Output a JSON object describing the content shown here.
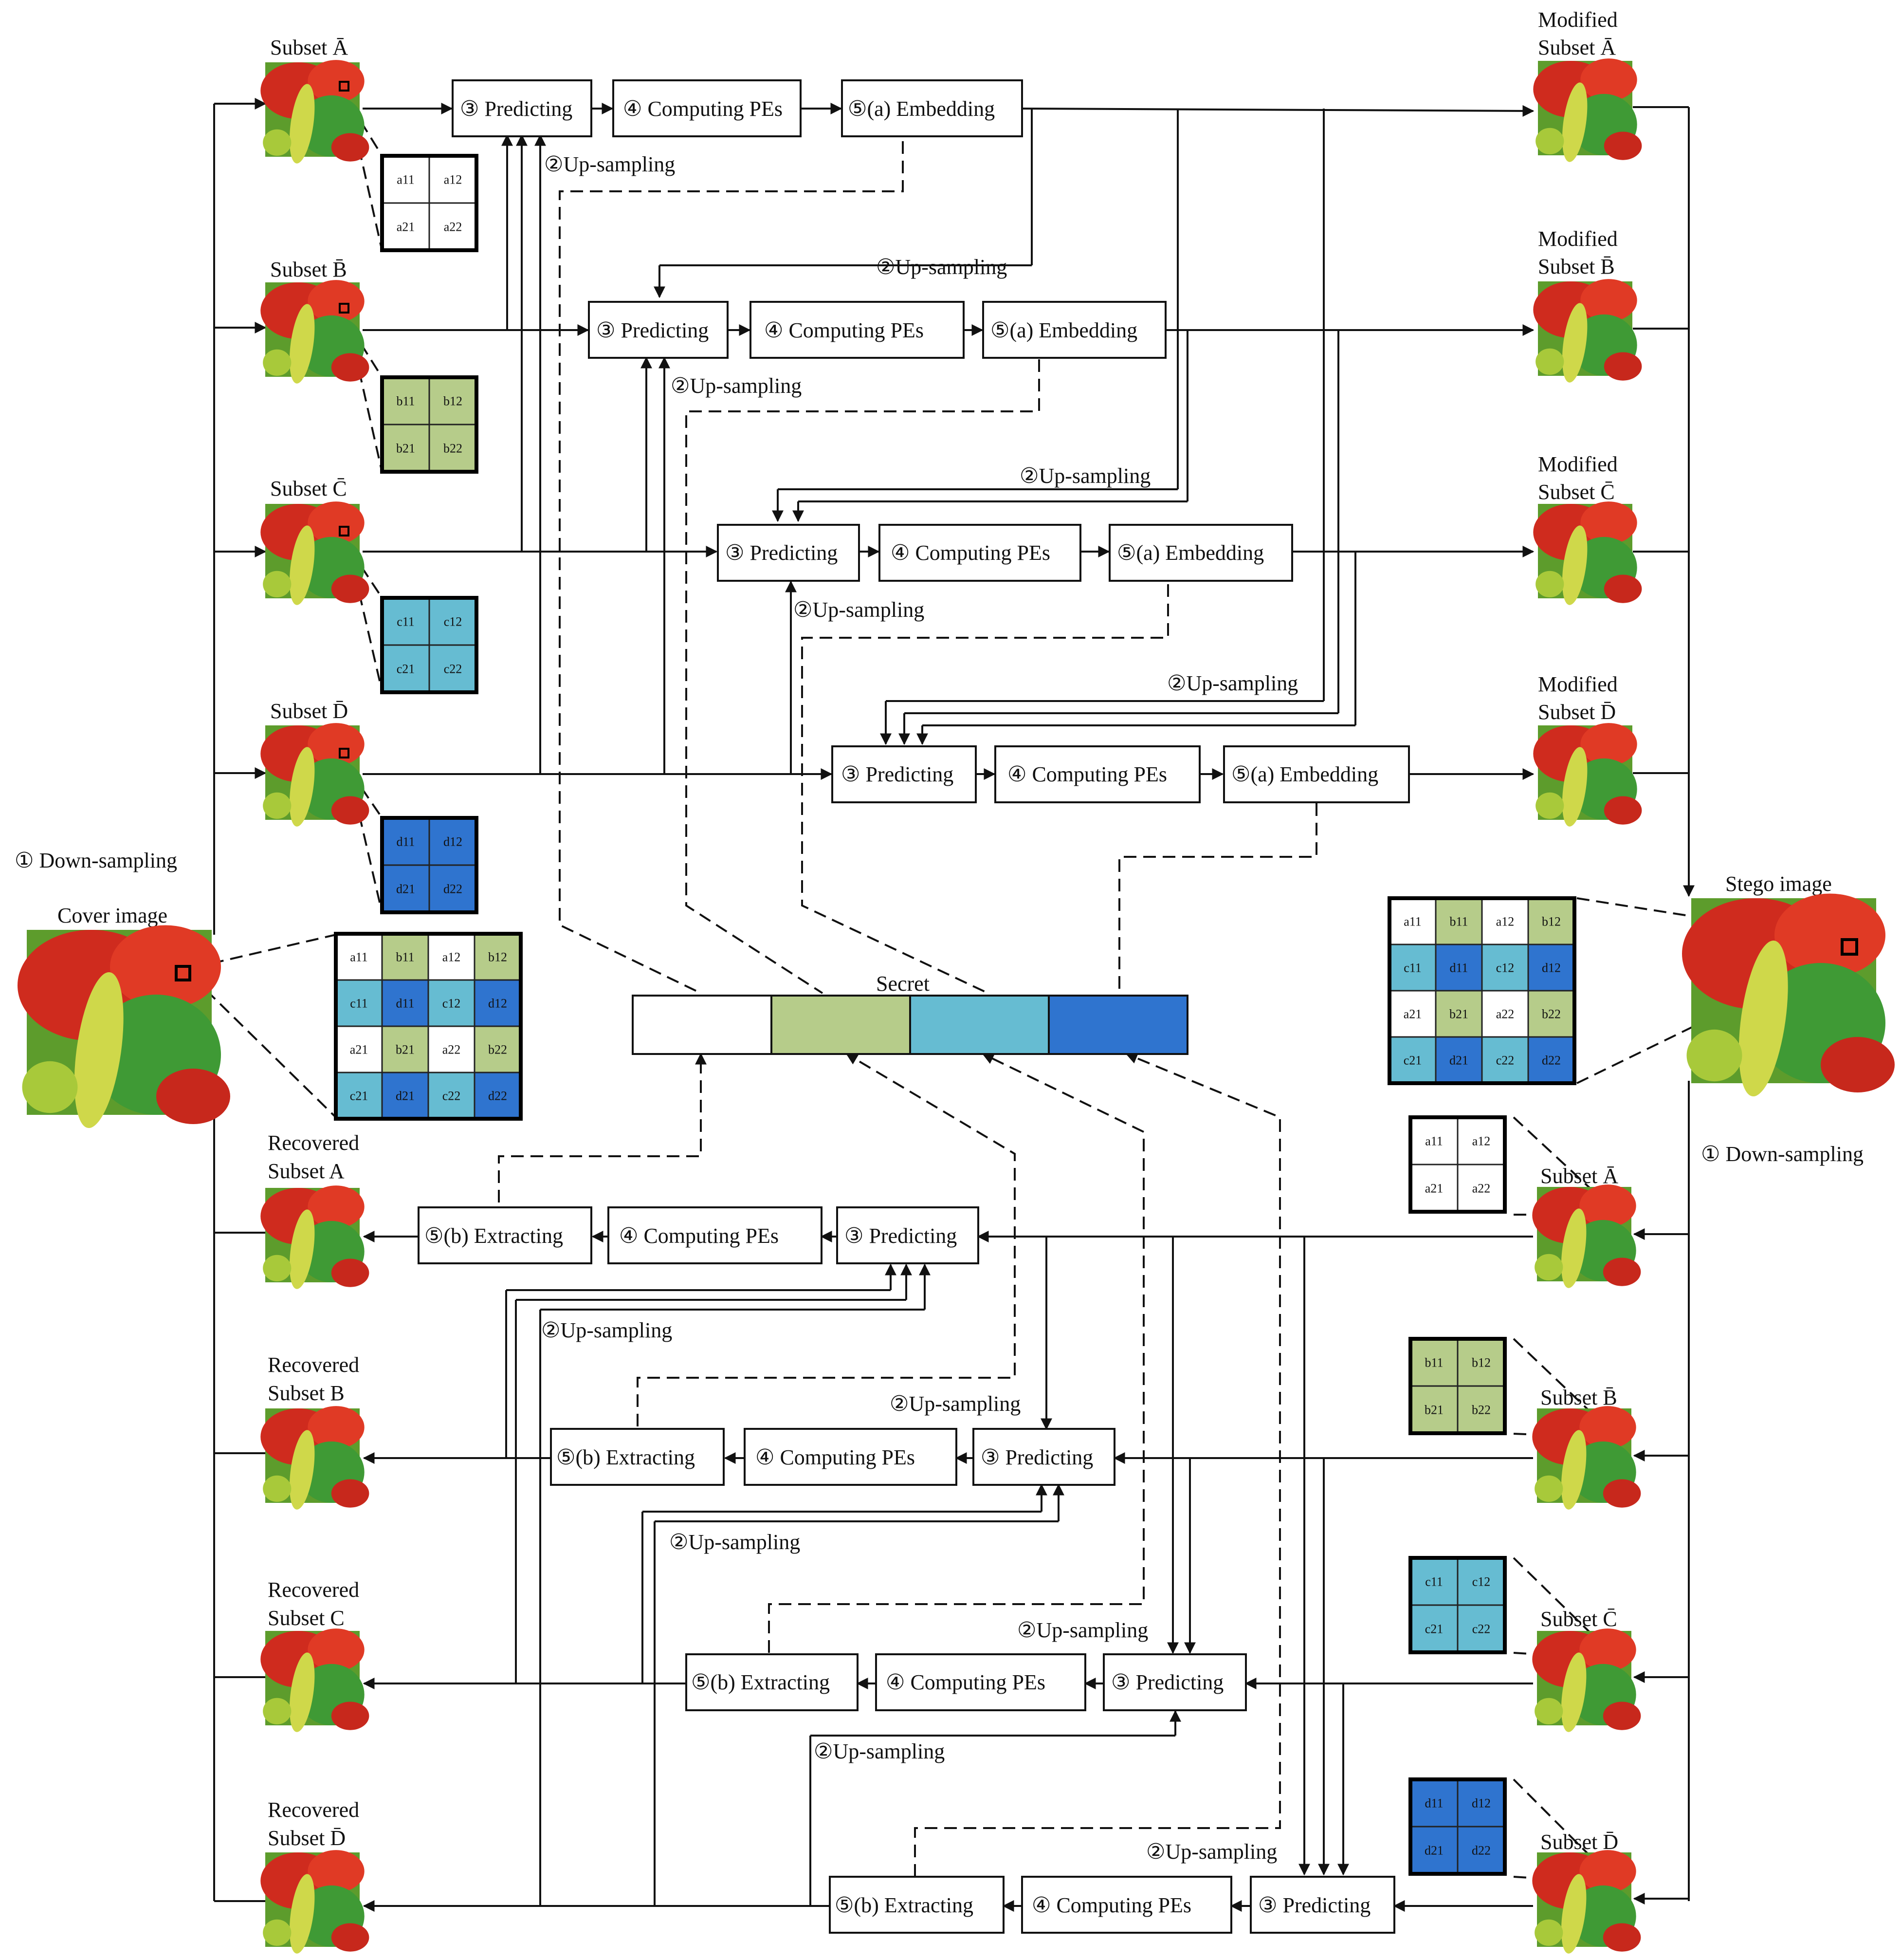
{
  "colors": {
    "a_cell": "#ffffff",
    "b_cell": "#b6cc8a",
    "c_cell": "#66bcd2",
    "d_cell": "#2f74cf",
    "pepper_red": "#d32a1f",
    "pepper_green": "#4fa83a",
    "pepper_yellow": "#d8de4a"
  },
  "icons": {
    "image": "peppers-image-icon"
  },
  "labels": {
    "downsampling": "① Down-sampling",
    "cover": "Cover image",
    "stego": "Stego image",
    "secret": "Secret",
    "upsampling": "②Up-sampling",
    "predicting": "③ Predicting",
    "computing": "④ Computing PEs",
    "embedding": "⑤(a) Embedding",
    "extracting": "⑤(b) Extracting"
  },
  "subsets": {
    "a": {
      "name": "Subset Ā",
      "modified1": "Modified",
      "modified2": "Subset Ā",
      "recovered1": "Recovered",
      "recovered2": "Subset A"
    },
    "b": {
      "name": "Subset B̄",
      "modified1": "Modified",
      "modified2": "Subset B̄",
      "recovered1": "Recovered",
      "recovered2": "Subset B"
    },
    "c": {
      "name": "Subset C̄",
      "modified1": "Modified",
      "modified2": "Subset C̄",
      "recovered1": "Recovered",
      "recovered2": "Subset C"
    },
    "d": {
      "name": "Subset D̄",
      "modified1": "Modified",
      "modified2": "Subset D̄",
      "recovered1": "Recovered",
      "recovered2": "Subset D̄"
    }
  },
  "grids": {
    "a": [
      "a11",
      "a12",
      "a21",
      "a22"
    ],
    "b": [
      "b11",
      "b12",
      "b21",
      "b22"
    ],
    "c": [
      "c11",
      "c12",
      "c21",
      "c22"
    ],
    "d": [
      "d11",
      "d12",
      "d21",
      "d22"
    ]
  },
  "big_grid": [
    [
      "a11",
      "b11",
      "a12",
      "b12"
    ],
    [
      "c11",
      "d11",
      "c12",
      "d12"
    ],
    [
      "a21",
      "b21",
      "a22",
      "b22"
    ],
    [
      "c21",
      "d21",
      "c22",
      "d22"
    ]
  ]
}
